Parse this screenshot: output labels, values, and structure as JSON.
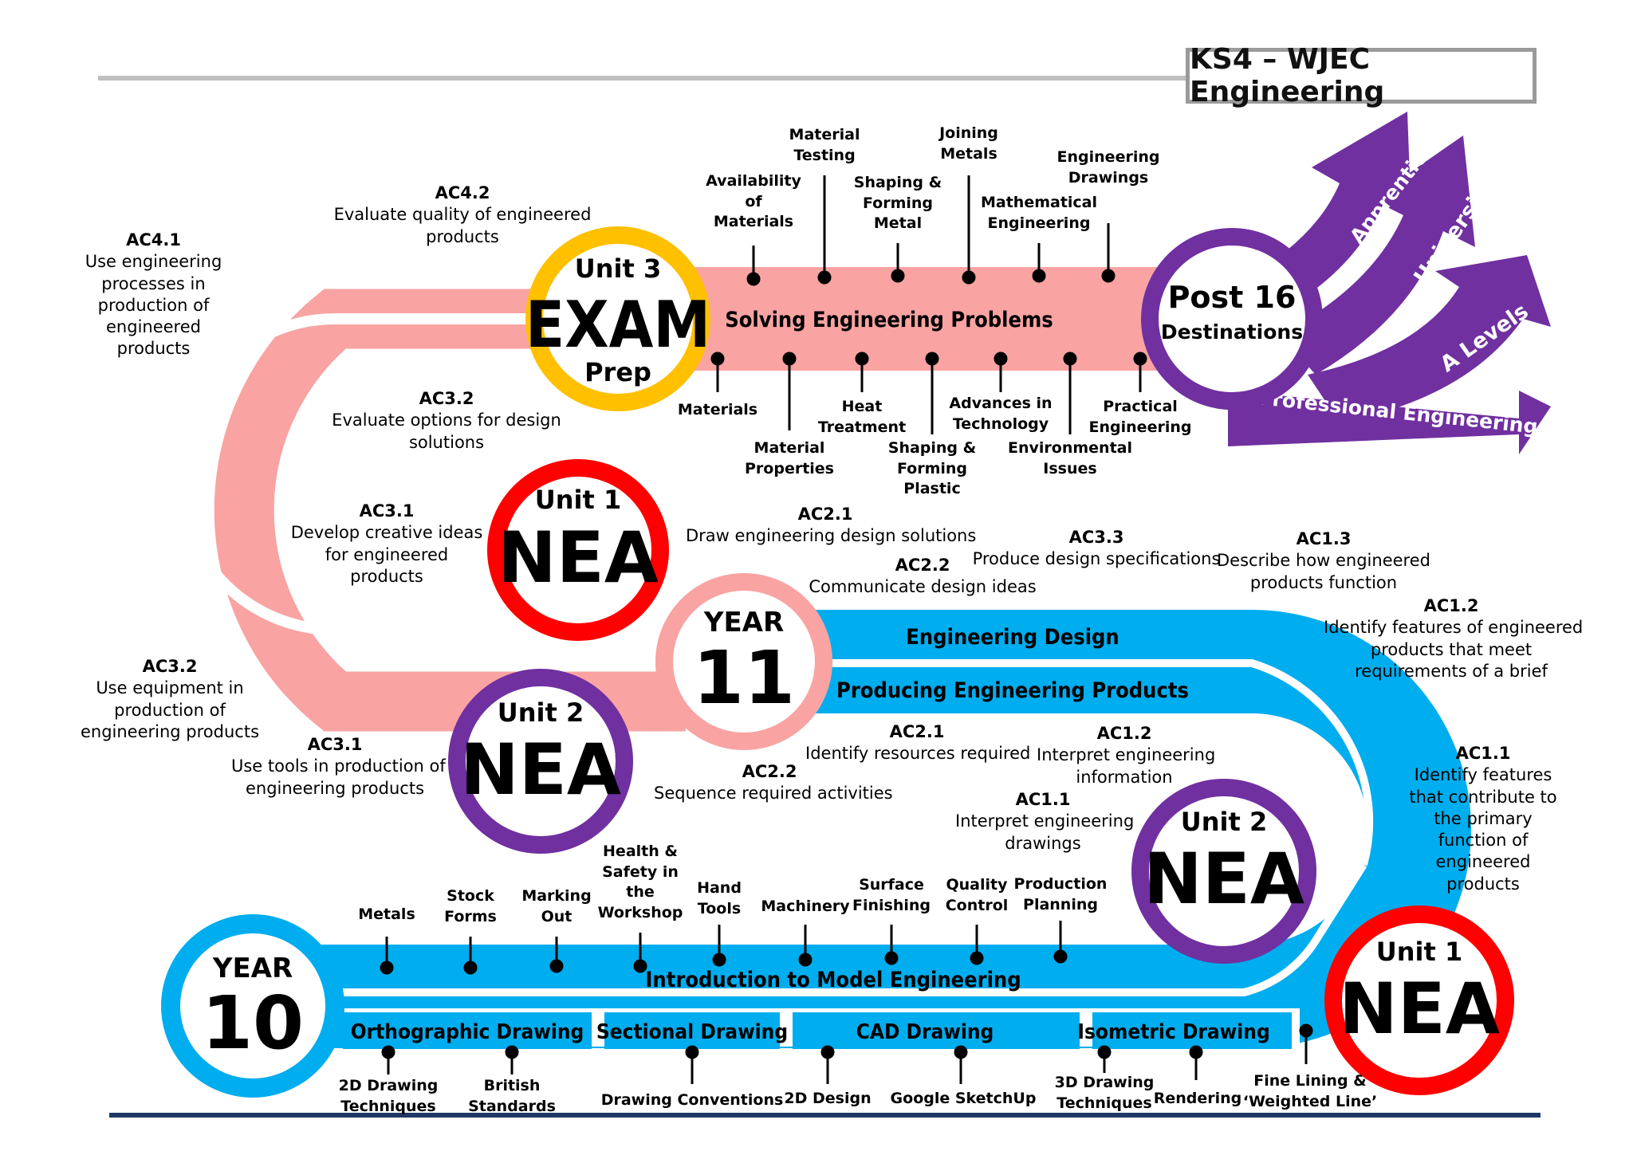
{
  "title": "KS4 – WJEC Engineering",
  "badges": {
    "exam": {
      "unit": "Unit 3",
      "main": "EXAM",
      "sub": "Prep"
    },
    "nea_unit1_top": {
      "unit": "Unit 1",
      "main": "NEA"
    },
    "year11": {
      "top": "YEAR",
      "num": "11"
    },
    "nea_unit2_left": {
      "unit": "Unit 2",
      "main": "NEA"
    },
    "nea_unit2_right": {
      "unit": "Unit 2",
      "main": "NEA"
    },
    "nea_unit1_bottom": {
      "unit": "Unit 1",
      "main": "NEA"
    },
    "year10": {
      "top": "YEAR",
      "num": "10"
    },
    "post16": {
      "line1": "Post 16",
      "line2": "Destinations"
    }
  },
  "bands": {
    "solving": "Solving Engineering Problems",
    "design": "Engineering Design",
    "producing": "Producing Engineering Products",
    "intro": "Introduction to Model Engineering",
    "orthographic": "Orthographic Drawing",
    "sectional": "Sectional Drawing",
    "cad": "CAD Drawing",
    "isometric": "Isometric Drawing"
  },
  "arrows": {
    "apprenticeship": "Apprenticeship",
    "university": "University",
    "alevels": "A Levels",
    "professional": "Professional Engineering Routes"
  },
  "topics_top_above": [
    "Availability\nof\nMaterials",
    "Material\nTesting",
    "Shaping &\nForming\nMetal",
    "Joining\nMetals",
    "Mathematical\nEngineering",
    "Engineering\nDrawings"
  ],
  "topics_top_below": [
    "Materials",
    "Material\nProperties",
    "Heat\nTreatment",
    "Shaping &\nForming\nPlastic",
    "Advances in\nTechnology",
    "Environmental\nIssues",
    "Practical\nEngineering"
  ],
  "topics_bottom_above": [
    "Metals",
    "Stock\nForms",
    "Marking\nOut",
    "Health &\nSafety in\nthe\nWorkshop",
    "Hand\nTools",
    "Machinery",
    "Surface\nFinishing",
    "Quality\nControl",
    "Production\nPlanning"
  ],
  "topics_bottom_below": [
    "2D Drawing\nTechniques",
    "British\nStandards",
    "Drawing Conventions",
    "2D Design",
    "Google SketchUp",
    "3D Drawing\nTechniques",
    "Rendering",
    "Fine Lining &\n‘Weighted Line’"
  ],
  "criteria": {
    "ac41": {
      "code": "AC4.1",
      "text": [
        "Use engineering",
        "processes in",
        "production of",
        "engineered",
        "products"
      ]
    },
    "ac42": {
      "code": "AC4.2",
      "text": [
        "Evaluate quality of engineered",
        "products"
      ]
    },
    "ac32a": {
      "code": "AC3.2",
      "text": [
        "Evaluate options for design",
        "solutions"
      ]
    },
    "ac31a": {
      "code": "AC3.1",
      "text": [
        "Develop creative ideas",
        "for engineered",
        "products"
      ]
    },
    "ac21a": {
      "code": "AC2.1",
      "text": [
        "Draw engineering design solutions"
      ]
    },
    "ac22a": {
      "code": "AC2.2",
      "text": [
        "Communicate design ideas"
      ]
    },
    "ac33": {
      "code": "AC3.3",
      "text": [
        "Produce design specifications"
      ]
    },
    "ac13": {
      "code": "AC1.3",
      "text": [
        "Describe how engineered",
        "products function"
      ]
    },
    "ac12a": {
      "code": "AC1.2",
      "text": [
        "Identify features of engineered",
        "products that meet",
        "requirements of a brief"
      ]
    },
    "ac32b": {
      "code": "AC3.2",
      "text": [
        "Use equipment in",
        "production of",
        "engineering products"
      ]
    },
    "ac31b": {
      "code": "AC3.1",
      "text": [
        "Use tools in production of",
        "engineering products"
      ]
    },
    "ac21b": {
      "code": "AC2.1",
      "text": [
        "Identify resources required"
      ]
    },
    "ac22b": {
      "code": "AC2.2",
      "text": [
        "Sequence required activities"
      ]
    },
    "ac12b": {
      "code": "AC1.2",
      "text": [
        "Interpret engineering",
        "information"
      ]
    },
    "ac11a": {
      "code": "AC1.1",
      "text": [
        "Interpret engineering",
        "drawings"
      ]
    },
    "ac11b": {
      "code": "AC1.1",
      "text": [
        "Identify features",
        "that contribute to",
        "the primary",
        "function of",
        "engineered",
        "products"
      ]
    }
  },
  "colors": {
    "pink": "#f9a3a3",
    "blue": "#00adee",
    "purple": "#7030a0",
    "gold": "#ffc000",
    "red": "#ff0000",
    "navy": "#1f3864",
    "grey": "#bfbfbf"
  }
}
